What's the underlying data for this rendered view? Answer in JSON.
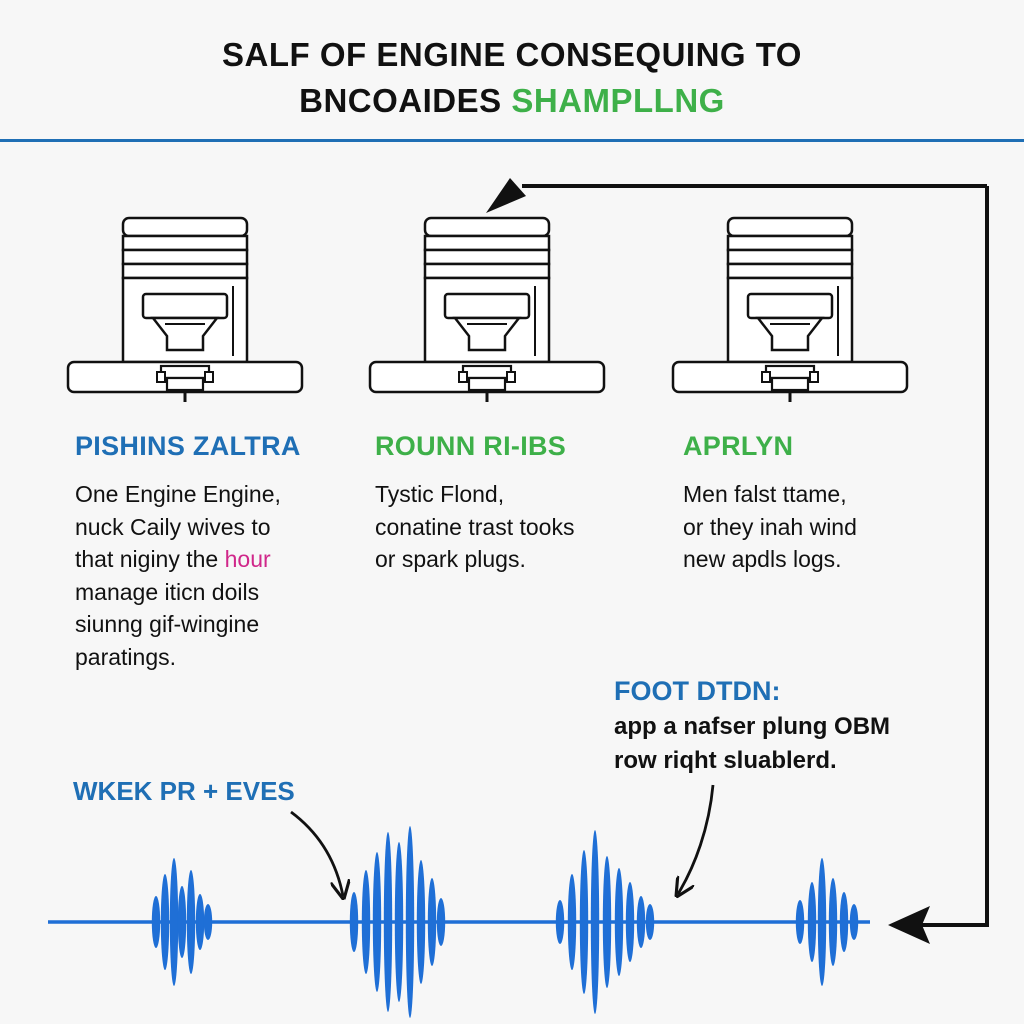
{
  "title": {
    "line1": "SALF OF ENGINE CONSEQUING TO",
    "line2_dark": "BNCOAIDES",
    "line2_green": "SHAMPLLNG"
  },
  "colors": {
    "blue": "#1f6fb5",
    "green": "#3eb049",
    "pink": "#d0278a",
    "wave": "#1f6fd6",
    "ink": "#111111"
  },
  "panels": [
    {
      "heading": "PISHINS ZALTRA",
      "heading_color": "#1f6fb5",
      "lines": [
        "One Engine Engine,",
        "nuck Caily wives to",
        "that niginy the",
        "manage iticn doils",
        "siunng gif-wingine",
        "paratings."
      ],
      "line3_highlight": "hour"
    },
    {
      "heading": "ROUNN RI-IBS",
      "heading_color": "#3eb049",
      "lines": [
        "Tystic Flond,",
        "conatine trast tooks",
        "or spark plugs."
      ]
    },
    {
      "heading": "APRLYN",
      "heading_color": "#3eb049",
      "lines": [
        "Men falst ttame,",
        "or they inah wind",
        "new apdls logs."
      ]
    }
  ],
  "wave_label": "WKEK PR + EVES",
  "foot": {
    "heading": "FOOT DTDN:",
    "lines": [
      "app a nafser plung OBM",
      "row riqht sluablerd."
    ]
  }
}
